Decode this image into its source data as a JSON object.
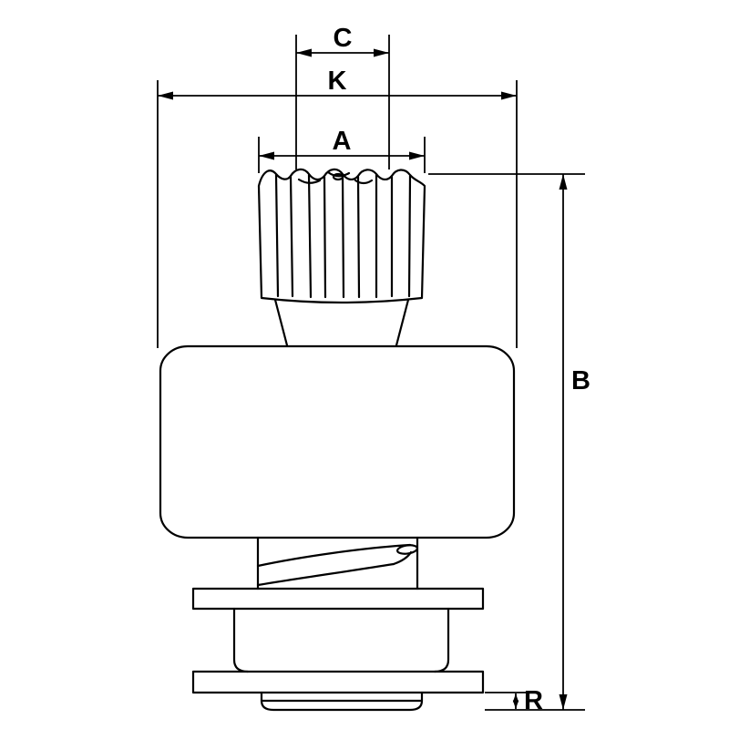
{
  "diagram": {
    "background_color": "#ffffff",
    "line_color": "#000000",
    "dimensions": {
      "c": {
        "label": "C"
      },
      "k": {
        "label": "K"
      },
      "a": {
        "label": "A"
      },
      "b": {
        "label": "B"
      },
      "r": {
        "label": "R"
      }
    }
  }
}
